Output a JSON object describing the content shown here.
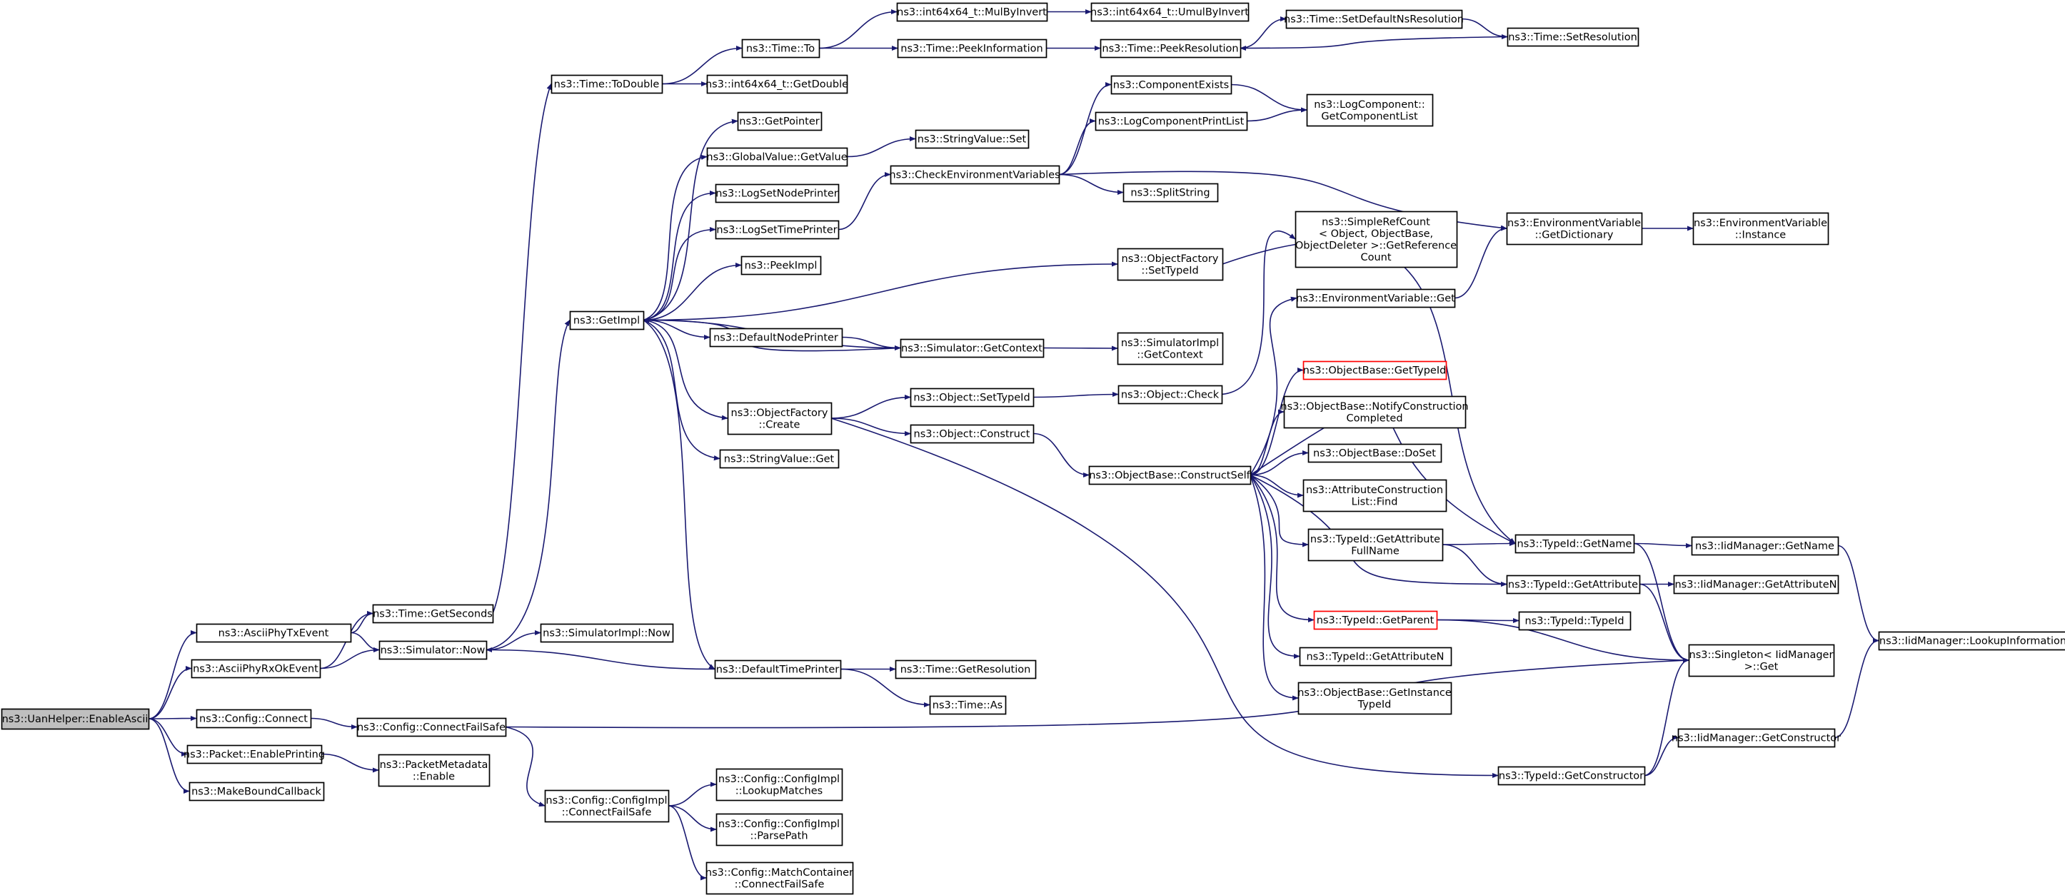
{
  "colors": {
    "edge": "#191970",
    "node_border": "#000000",
    "node_border_highlight": "#ff0000",
    "root_fill": "#bfbfbf",
    "node_fill": "#ffffff"
  },
  "nodes": [
    {
      "id": "root",
      "lines": [
        "ns3::UanHelper::EnableAscii"
      ],
      "style": "root"
    },
    {
      "id": "txevent",
      "lines": [
        "ns3::AsciiPhyTxEvent"
      ]
    },
    {
      "id": "rxok",
      "lines": [
        "ns3::AsciiPhyRxOkEvent"
      ]
    },
    {
      "id": "cfgconnect",
      "lines": [
        "ns3::Config::Connect"
      ]
    },
    {
      "id": "enprint",
      "lines": [
        "ns3::Packet::EnablePrinting"
      ]
    },
    {
      "id": "mkcb",
      "lines": [
        "ns3::MakeBoundCallback"
      ]
    },
    {
      "id": "getsec",
      "lines": [
        "ns3::Time::GetSeconds"
      ]
    },
    {
      "id": "simnow",
      "lines": [
        "ns3::Simulator::Now"
      ]
    },
    {
      "id": "cfs",
      "lines": [
        "ns3::Config::ConnectFailSafe"
      ]
    },
    {
      "id": "pmenable",
      "lines": [
        "ns3::PacketMetadata",
        "::Enable"
      ]
    },
    {
      "id": "todouble",
      "lines": [
        "ns3::Time::ToDouble"
      ]
    },
    {
      "id": "simimplnow",
      "lines": [
        "ns3::SimulatorImpl::Now"
      ]
    },
    {
      "id": "getimpl",
      "lines": [
        "ns3::GetImpl"
      ]
    },
    {
      "id": "dtp",
      "lines": [
        "ns3::DefaultTimePrinter"
      ]
    },
    {
      "id": "cicfs",
      "lines": [
        "ns3::Config::ConfigImpl",
        "::ConnectFailSafe"
      ]
    },
    {
      "id": "timeto",
      "lines": [
        "ns3::Time::To"
      ]
    },
    {
      "id": "getdouble",
      "lines": [
        "ns3::int64x64_t::GetDouble"
      ]
    },
    {
      "id": "getpointer",
      "lines": [
        "ns3::GetPointer"
      ]
    },
    {
      "id": "gvgetvalue",
      "lines": [
        "ns3::GlobalValue::GetValue"
      ]
    },
    {
      "id": "lsnp",
      "lines": [
        "ns3::LogSetNodePrinter"
      ]
    },
    {
      "id": "lstp",
      "lines": [
        "ns3::LogSetTimePrinter"
      ]
    },
    {
      "id": "peekimpl",
      "lines": [
        "ns3::PeekImpl"
      ]
    },
    {
      "id": "dnp",
      "lines": [
        "ns3::DefaultNodePrinter"
      ]
    },
    {
      "id": "ofcreate",
      "lines": [
        "ns3::ObjectFactory",
        "::Create"
      ]
    },
    {
      "id": "svget",
      "lines": [
        "ns3::StringValue::Get"
      ]
    },
    {
      "id": "timegetres",
      "lines": [
        "ns3::Time::GetResolution"
      ]
    },
    {
      "id": "timeas",
      "lines": [
        "ns3::Time::As"
      ]
    },
    {
      "id": "lookupm",
      "lines": [
        "ns3::Config::ConfigImpl",
        "::LookupMatches"
      ]
    },
    {
      "id": "parsepath",
      "lines": [
        "ns3::Config::ConfigImpl",
        "::ParsePath"
      ]
    },
    {
      "id": "mccfs",
      "lines": [
        "ns3::Config::MatchContainer",
        "::ConnectFailSafe"
      ]
    },
    {
      "id": "mulbyinv",
      "lines": [
        "ns3::int64x64_t::MulByInvert"
      ]
    },
    {
      "id": "peekinfo",
      "lines": [
        "ns3::Time::PeekInformation"
      ]
    },
    {
      "id": "svset",
      "lines": [
        "ns3::StringValue::Set"
      ]
    },
    {
      "id": "cev",
      "lines": [
        "ns3::CheckEnvironmentVariables"
      ]
    },
    {
      "id": "simgetctx",
      "lines": [
        "ns3::Simulator::GetContext"
      ]
    },
    {
      "id": "objsettid",
      "lines": [
        "ns3::Object::SetTypeId"
      ]
    },
    {
      "id": "objconstruct",
      "lines": [
        "ns3::Object::Construct"
      ]
    },
    {
      "id": "umulbyinv",
      "lines": [
        "ns3::int64x64_t::UmulByInvert"
      ]
    },
    {
      "id": "peekres",
      "lines": [
        "ns3::Time::PeekResolution"
      ]
    },
    {
      "id": "compexists",
      "lines": [
        "ns3::ComponentExists"
      ]
    },
    {
      "id": "lcpl",
      "lines": [
        "ns3::LogComponentPrintList"
      ]
    },
    {
      "id": "splitstring",
      "lines": [
        "ns3::SplitString"
      ]
    },
    {
      "id": "ofsettid",
      "lines": [
        "ns3::ObjectFactory",
        "::SetTypeId"
      ]
    },
    {
      "id": "simimplctx",
      "lines": [
        "ns3::SimulatorImpl",
        "::GetContext"
      ]
    },
    {
      "id": "objcheck",
      "lines": [
        "ns3::Object::Check"
      ]
    },
    {
      "id": "obconstructself",
      "lines": [
        "ns3::ObjectBase::ConstructSelf"
      ]
    },
    {
      "id": "tidgetctor",
      "lines": [
        "ns3::TypeId::GetConstructor"
      ]
    },
    {
      "id": "setdefres",
      "lines": [
        "ns3::Time::SetDefaultNsResolution"
      ]
    },
    {
      "id": "lcgcl",
      "lines": [
        "ns3::LogComponent::",
        "GetComponentList"
      ]
    },
    {
      "id": "srcgrc",
      "lines": [
        "ns3::SimpleRefCount",
        "< Object, ObjectBase,",
        "ObjectDeleter >::GetReference",
        "Count"
      ]
    },
    {
      "id": "evget",
      "lines": [
        "ns3::EnvironmentVariable::Get"
      ]
    },
    {
      "id": "obgettid",
      "lines": [
        "ns3::ObjectBase::GetTypeId"
      ],
      "style": "highlight"
    },
    {
      "id": "obncc",
      "lines": [
        "ns3::ObjectBase::NotifyConstruction",
        "Completed"
      ]
    },
    {
      "id": "obdoset",
      "lines": [
        "ns3::ObjectBase::DoSet"
      ]
    },
    {
      "id": "aclfind",
      "lines": [
        "ns3::AttributeConstruction",
        "List::Find"
      ]
    },
    {
      "id": "tidgafn",
      "lines": [
        "ns3::TypeId::GetAttribute",
        "FullName"
      ]
    },
    {
      "id": "tidgetparent",
      "lines": [
        "ns3::TypeId::GetParent"
      ],
      "style": "highlight"
    },
    {
      "id": "tidgan",
      "lines": [
        "ns3::TypeId::GetAttributeN"
      ]
    },
    {
      "id": "obgit",
      "lines": [
        "ns3::ObjectBase::GetInstance",
        "TypeId"
      ]
    },
    {
      "id": "timesetres",
      "lines": [
        "ns3::Time::SetResolution"
      ]
    },
    {
      "id": "evgetdict",
      "lines": [
        "ns3::EnvironmentVariable",
        "::GetDictionary"
      ]
    },
    {
      "id": "tidgetname",
      "lines": [
        "ns3::TypeId::GetName"
      ]
    },
    {
      "id": "tidgetattr",
      "lines": [
        "ns3::TypeId::GetAttribute"
      ]
    },
    {
      "id": "tidtid",
      "lines": [
        "ns3::TypeId::TypeId"
      ]
    },
    {
      "id": "singget",
      "lines": [
        "ns3::Singleton< IidManager",
        ">::Get"
      ]
    },
    {
      "id": "iidgetctor",
      "lines": [
        "ns3::IidManager::GetConstructor"
      ]
    },
    {
      "id": "evinstance",
      "lines": [
        "ns3::EnvironmentVariable",
        "::Instance"
      ]
    },
    {
      "id": "iidgetname",
      "lines": [
        "ns3::IidManager::GetName"
      ]
    },
    {
      "id": "iidgetattrn",
      "lines": [
        "ns3::IidManager::GetAttributeN"
      ]
    },
    {
      "id": "iidlookup",
      "lines": [
        "ns3::IidManager::LookupInformation"
      ]
    }
  ],
  "edges": [
    [
      "root",
      "txevent"
    ],
    [
      "root",
      "rxok"
    ],
    [
      "root",
      "cfgconnect"
    ],
    [
      "root",
      "enprint"
    ],
    [
      "root",
      "mkcb"
    ],
    [
      "txevent",
      "getsec"
    ],
    [
      "txevent",
      "simnow"
    ],
    [
      "rxok",
      "getsec"
    ],
    [
      "rxok",
      "simnow"
    ],
    [
      "cfgconnect",
      "cfs"
    ],
    [
      "enprint",
      "pmenable"
    ],
    [
      "getsec",
      "todouble"
    ],
    [
      "simnow",
      "simimplnow"
    ],
    [
      "simnow",
      "getimpl"
    ],
    [
      "cfs",
      "cicfs"
    ],
    [
      "cfs",
      "singget"
    ],
    [
      "todouble",
      "timeto"
    ],
    [
      "todouble",
      "getdouble"
    ],
    [
      "getimpl",
      "getpointer"
    ],
    [
      "getimpl",
      "gvgetvalue"
    ],
    [
      "getimpl",
      "lsnp"
    ],
    [
      "getimpl",
      "lstp"
    ],
    [
      "getimpl",
      "peekimpl"
    ],
    [
      "getimpl",
      "ofsettid"
    ],
    [
      "getimpl",
      "dnp"
    ],
    [
      "getimpl",
      "simgetctx"
    ],
    [
      "getimpl",
      "ofcreate"
    ],
    [
      "getimpl",
      "svget"
    ],
    [
      "getimpl",
      "dtp"
    ],
    [
      "dtp",
      "simnow"
    ],
    [
      "dtp",
      "timegetres"
    ],
    [
      "dtp",
      "timeas"
    ],
    [
      "cicfs",
      "lookupm"
    ],
    [
      "cicfs",
      "parsepath"
    ],
    [
      "cicfs",
      "mccfs"
    ],
    [
      "timeto",
      "mulbyinv"
    ],
    [
      "timeto",
      "peekinfo"
    ],
    [
      "gvgetvalue",
      "svset"
    ],
    [
      "lstp",
      "cev"
    ],
    [
      "dnp",
      "simgetctx"
    ],
    [
      "simgetctx",
      "getimpl"
    ],
    [
      "simgetctx",
      "simimplctx"
    ],
    [
      "ofcreate",
      "objsettid"
    ],
    [
      "ofcreate",
      "objconstruct"
    ],
    [
      "ofcreate",
      "tidgetctor"
    ],
    [
      "mulbyinv",
      "umulbyinv"
    ],
    [
      "peekinfo",
      "peekres"
    ],
    [
      "cev",
      "compexists"
    ],
    [
      "cev",
      "lcpl"
    ],
    [
      "cev",
      "splitstring"
    ],
    [
      "cev",
      "evgetdict"
    ],
    [
      "objsettid",
      "objcheck"
    ],
    [
      "objconstruct",
      "obconstructself"
    ],
    [
      "peekres",
      "setdefres"
    ],
    [
      "setdefres",
      "timesetres"
    ],
    [
      "timesetres",
      "peekres"
    ],
    [
      "compexists",
      "lcgcl"
    ],
    [
      "lcpl",
      "lcgcl"
    ],
    [
      "ofsettid",
      "tidgetname"
    ],
    [
      "objcheck",
      "srcgrc"
    ],
    [
      "obconstructself",
      "evget"
    ],
    [
      "obconstructself",
      "obgettid"
    ],
    [
      "obconstructself",
      "obncc"
    ],
    [
      "obconstructself",
      "obdoset"
    ],
    [
      "obconstructself",
      "aclfind"
    ],
    [
      "obconstructself",
      "tidgafn"
    ],
    [
      "obconstructself",
      "tidgetattr"
    ],
    [
      "obconstructself",
      "tidgetparent"
    ],
    [
      "obconstructself",
      "tidgan"
    ],
    [
      "obconstructself",
      "obgit"
    ],
    [
      "obconstructself",
      "tidgetname"
    ],
    [
      "evget",
      "evgetdict"
    ],
    [
      "evgetdict",
      "evinstance"
    ],
    [
      "tidgafn",
      "tidgetname"
    ],
    [
      "tidgafn",
      "tidgetattr"
    ],
    [
      "tidgetname",
      "iidgetname"
    ],
    [
      "tidgetname",
      "singget"
    ],
    [
      "tidgetattr",
      "iidgetattrn"
    ],
    [
      "tidgetattr",
      "singget"
    ],
    [
      "tidgetparent",
      "tidtid"
    ],
    [
      "tidgetparent",
      "singget"
    ],
    [
      "tidgetctor",
      "singget"
    ],
    [
      "tidgetctor",
      "iidgetctor"
    ],
    [
      "iidgetname",
      "iidlookup"
    ],
    [
      "iidgetctor",
      "iidlookup"
    ]
  ]
}
